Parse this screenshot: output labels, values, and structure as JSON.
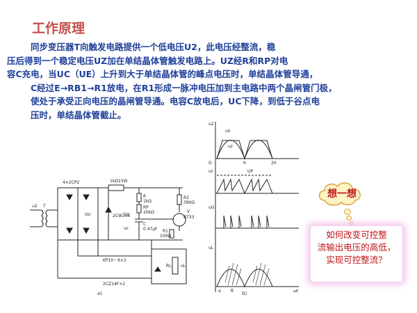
{
  "slide": {
    "title": "工作原理",
    "paragraph_lines": [
      "同步变压器T向触发电路提供一个低电压U2，此电压经整流，稳",
      "压后得到一个稳定电压UZ加在单结晶体管触发电路上。UZ经R和RP对电",
      "容C充电，当UC（UE）上升到大于单结晶体管的峰点电压时，单结晶体管导通，",
      "C经过E→RB1→R1放电，在R1形成一脉冲电压加到主电路中两个晶闸管门极，",
      "使处于承受正向电压的晶闸管导通。电容C放电后，UC下降，到低于谷点电",
      "压时，单结晶体管截止。"
    ]
  },
  "circuit": {
    "labels": {
      "diodes": "4×2CP2",
      "resistor_top": "1kΩ15W",
      "r": "R",
      "r_val": "1kΩ",
      "rp": "RP",
      "rp_val": "20kΩ",
      "r2": "R2",
      "r2_val": "390Ω",
      "v": "V",
      "bt": "BT33",
      "r1": "R1",
      "r1_val": "100Ω",
      "c": "C",
      "c_val": "0.47μF",
      "u2": "u2",
      "uo": "Uo",
      "uz": "Uz",
      "uc": "uc",
      "zener": "2CW21K",
      "thyristor": "KP10－6×2",
      "diode2": "2CZ14F×2",
      "rl": "RL",
      "ul": "uL",
      "tr": "T"
    },
    "caption": "a)"
  },
  "waveforms": {
    "caption": "b)",
    "axis_labels": {
      "u2": "u2",
      "uo": "uo",
      "uz": "uz",
      "uc": "uc",
      "up": "UP",
      "ug": "uG",
      "ul": "uL",
      "o": "O",
      "wt": "ωt",
      "pi": "π",
      "two_pi": "2π",
      "alpha": "α",
      "theta": "θ"
    }
  },
  "callout": {
    "thought_label": "想一想",
    "question_lines": [
      "如何改变可控整",
      "流输出电压的高低，",
      "实现可控整流？"
    ]
  },
  "colors": {
    "title": "#c0504d",
    "body_text": "#1f3f9a",
    "question_text": "#c0141a",
    "glow": "#f6c9ec",
    "thought_fill": "#fdf3c4"
  }
}
